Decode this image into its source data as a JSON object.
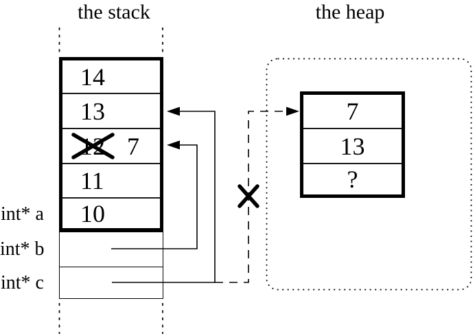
{
  "diagram": {
    "stack": {
      "title": "the stack",
      "array_cells": [
        {
          "value": "14"
        },
        {
          "value": "13"
        },
        {
          "value": "12",
          "crossed_out": true,
          "new_value": "7"
        },
        {
          "value": "11"
        },
        {
          "value": "10"
        }
      ],
      "pointer_labels": [
        {
          "label": "int* a"
        },
        {
          "label": "int* b"
        },
        {
          "label": "int* c"
        }
      ]
    },
    "heap": {
      "title": "the heap",
      "block_cells": [
        {
          "value": "7"
        },
        {
          "value": "13"
        },
        {
          "value": "?"
        }
      ]
    },
    "colors": {
      "ink": "#000000",
      "background": "#ffffff"
    }
  }
}
